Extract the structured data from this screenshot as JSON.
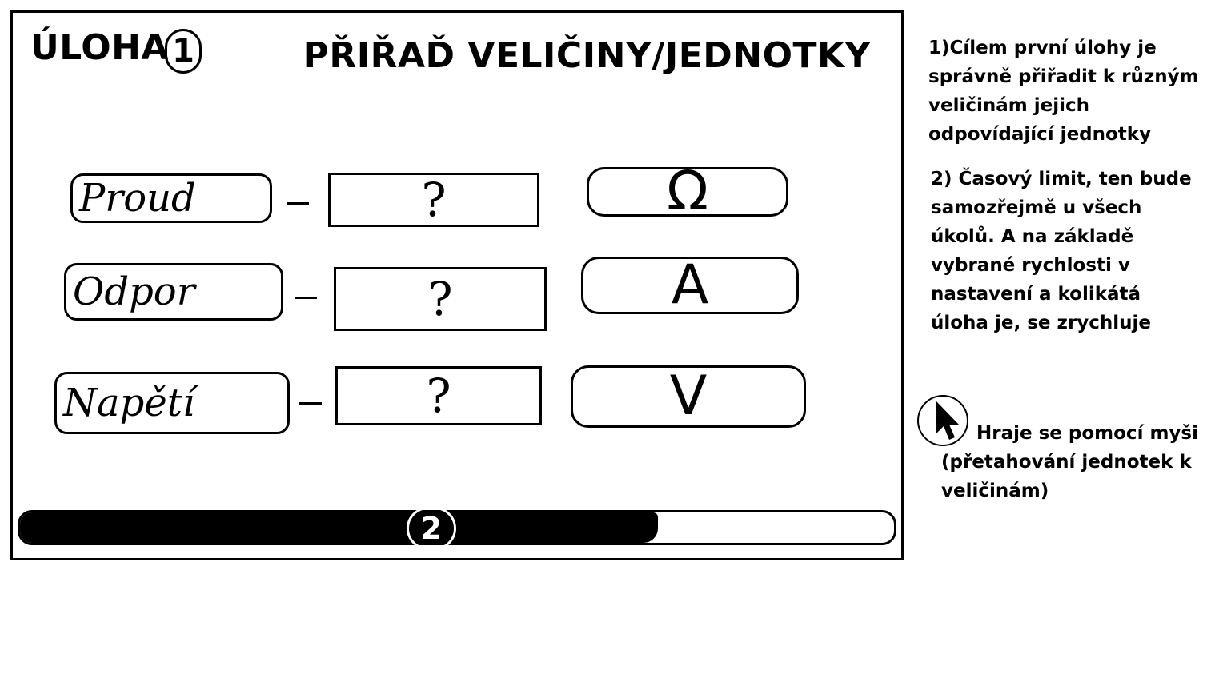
{
  "game": {
    "task_label": "ÚLOHA",
    "task_number": "1",
    "title": "PŘIŘAĎ VELIČINY/JEDNOTKY",
    "rows": [
      {
        "quantity": "Proud",
        "slot": "?",
        "unit": "Ω"
      },
      {
        "quantity": "Odpor",
        "slot": "?",
        "unit": "A"
      },
      {
        "quantity": "Napětí",
        "slot": "?",
        "unit": "V"
      }
    ],
    "timer": {
      "label": "2",
      "fill_fraction": 0.73
    }
  },
  "notes": {
    "goal": "1)Cílem první úlohy je správně přiřadit k různým veličinám jejich odpovídající jednotky",
    "timer": "2) Časový limit, ten bude samozřejmě u všech úkolů. A na základě vybrané rychlosti v nastavení a kolikátá úloha je, se zrychluje",
    "controls": "Hraje se pomocí myši (přetahování jednotek k veličinám)"
  },
  "colors": {
    "ink": "#000000",
    "paper": "#ffffff"
  }
}
